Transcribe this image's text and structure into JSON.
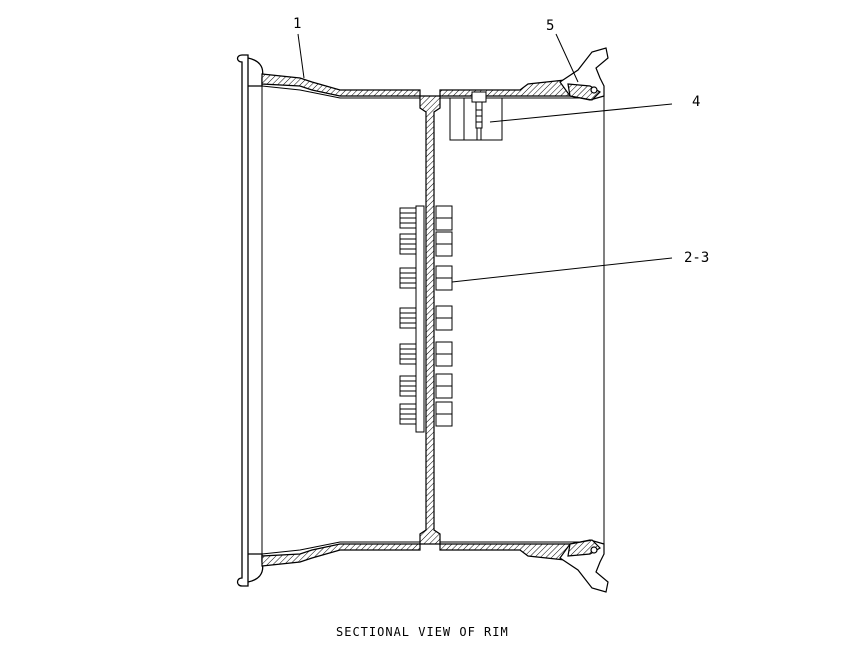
{
  "caption": "SECTIONAL VIEW OF RIM",
  "callouts": {
    "c1": "1",
    "c2": "2-3",
    "c4": "4",
    "c5": "5"
  },
  "colors": {
    "line": "#000000",
    "background": "#ffffff"
  }
}
